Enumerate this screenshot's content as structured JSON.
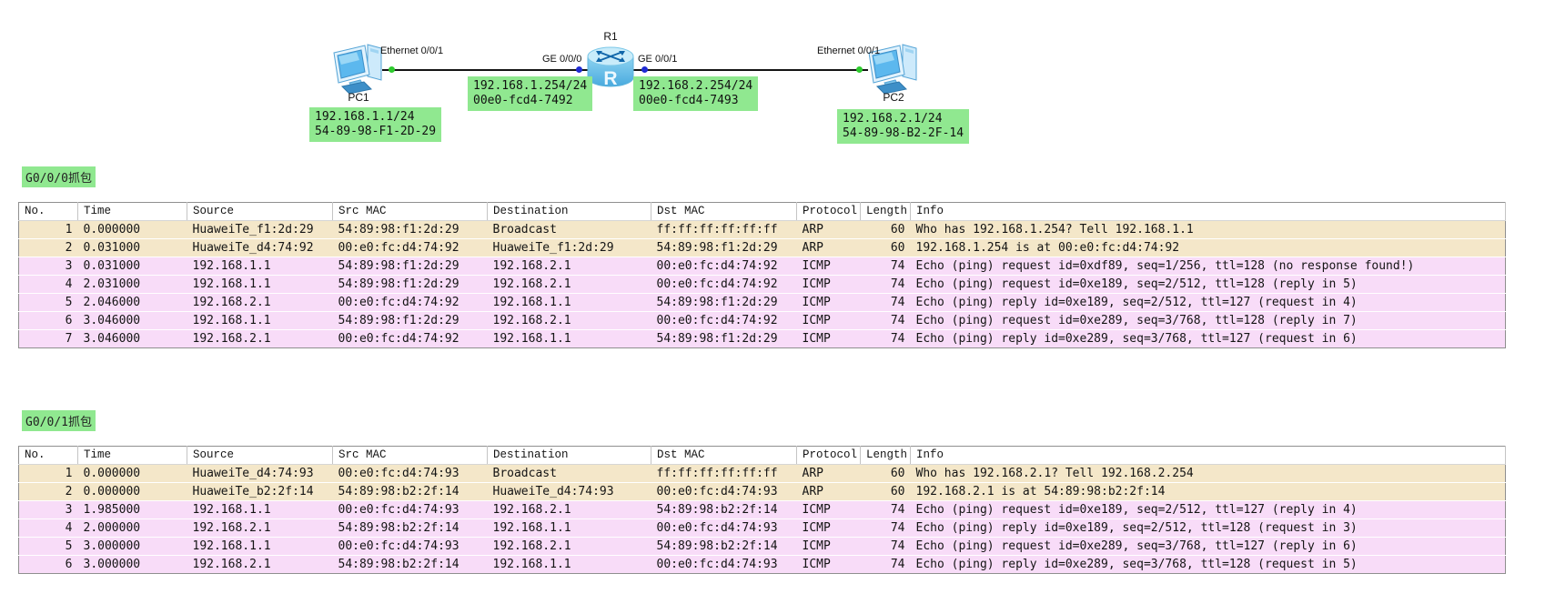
{
  "topology": {
    "pc1": {
      "label": "PC1",
      "port": "Ethernet 0/0/1",
      "note": [
        "192.168.1.1/24",
        "54-89-98-F1-2D-29"
      ]
    },
    "router": {
      "label": "R1",
      "left_port": "GE 0/0/0",
      "right_port": "GE 0/0/1",
      "left_note": [
        "192.168.1.254/24",
        "00e0-fcd4-7492"
      ],
      "right_note": [
        "192.168.2.254/24",
        "00e0-fcd4-7493"
      ]
    },
    "pc2": {
      "label": "PC2",
      "port": "Ethernet 0/0/1",
      "note": [
        "192.168.2.1/24",
        "54-89-98-B2-2F-14"
      ]
    },
    "link_status_colors": {
      "up_green": "#2ecb2e",
      "selected_blue": "#1f2bd4"
    }
  },
  "colors": {
    "note_green": "#90e890",
    "arp_row": "#f4e7c9",
    "icmp_row": "#f8dcf8"
  },
  "captures": [
    {
      "title": "G0/0/0抓包",
      "columns": [
        "No.",
        "Time",
        "Source",
        "Src MAC",
        "Destination",
        "Dst MAC",
        "Protocol",
        "Length",
        "Info"
      ],
      "rows": [
        [
          "1",
          "0.000000",
          "HuaweiTe_f1:2d:29",
          "54:89:98:f1:2d:29",
          "Broadcast",
          "ff:ff:ff:ff:ff:ff",
          "ARP",
          "60",
          "Who has 192.168.1.254? Tell 192.168.1.1"
        ],
        [
          "2",
          "0.031000",
          "HuaweiTe_d4:74:92",
          "00:e0:fc:d4:74:92",
          "HuaweiTe_f1:2d:29",
          "54:89:98:f1:2d:29",
          "ARP",
          "60",
          "192.168.1.254 is at 00:e0:fc:d4:74:92"
        ],
        [
          "3",
          "0.031000",
          "192.168.1.1",
          "54:89:98:f1:2d:29",
          "192.168.2.1",
          "00:e0:fc:d4:74:92",
          "ICMP",
          "74",
          "Echo (ping) request  id=0xdf89, seq=1/256, ttl=128 (no response found!)"
        ],
        [
          "4",
          "2.031000",
          "192.168.1.1",
          "54:89:98:f1:2d:29",
          "192.168.2.1",
          "00:e0:fc:d4:74:92",
          "ICMP",
          "74",
          "Echo (ping) request  id=0xe189, seq=2/512, ttl=128 (reply in 5)"
        ],
        [
          "5",
          "2.046000",
          "192.168.2.1",
          "00:e0:fc:d4:74:92",
          "192.168.1.1",
          "54:89:98:f1:2d:29",
          "ICMP",
          "74",
          "Echo (ping) reply    id=0xe189, seq=2/512, ttl=127 (request in 4)"
        ],
        [
          "6",
          "3.046000",
          "192.168.1.1",
          "54:89:98:f1:2d:29",
          "192.168.2.1",
          "00:e0:fc:d4:74:92",
          "ICMP",
          "74",
          "Echo (ping) request  id=0xe289, seq=3/768, ttl=128 (reply in 7)"
        ],
        [
          "7",
          "3.046000",
          "192.168.2.1",
          "00:e0:fc:d4:74:92",
          "192.168.1.1",
          "54:89:98:f1:2d:29",
          "ICMP",
          "74",
          "Echo (ping) reply    id=0xe289, seq=3/768, ttl=127 (request in 6)"
        ]
      ]
    },
    {
      "title": "G0/0/1抓包",
      "columns": [
        "No.",
        "Time",
        "Source",
        "Src MAC",
        "Destination",
        "Dst MAC",
        "Protocol",
        "Length",
        "Info"
      ],
      "rows": [
        [
          "1",
          "0.000000",
          "HuaweiTe_d4:74:93",
          "00:e0:fc:d4:74:93",
          "Broadcast",
          "ff:ff:ff:ff:ff:ff",
          "ARP",
          "60",
          "Who has 192.168.2.1? Tell 192.168.2.254"
        ],
        [
          "2",
          "0.000000",
          "HuaweiTe_b2:2f:14",
          "54:89:98:b2:2f:14",
          "HuaweiTe_d4:74:93",
          "00:e0:fc:d4:74:93",
          "ARP",
          "60",
          "192.168.2.1 is at 54:89:98:b2:2f:14"
        ],
        [
          "3",
          "1.985000",
          "192.168.1.1",
          "00:e0:fc:d4:74:93",
          "192.168.2.1",
          "54:89:98:b2:2f:14",
          "ICMP",
          "74",
          "Echo (ping) request  id=0xe189, seq=2/512, ttl=127 (reply in 4)"
        ],
        [
          "4",
          "2.000000",
          "192.168.2.1",
          "54:89:98:b2:2f:14",
          "192.168.1.1",
          "00:e0:fc:d4:74:93",
          "ICMP",
          "74",
          "Echo (ping) reply    id=0xe189, seq=2/512, ttl=128 (request in 3)"
        ],
        [
          "5",
          "3.000000",
          "192.168.1.1",
          "00:e0:fc:d4:74:93",
          "192.168.2.1",
          "54:89:98:b2:2f:14",
          "ICMP",
          "74",
          "Echo (ping) request  id=0xe289, seq=3/768, ttl=127 (reply in 6)"
        ],
        [
          "6",
          "3.000000",
          "192.168.2.1",
          "54:89:98:b2:2f:14",
          "192.168.1.1",
          "00:e0:fc:d4:74:93",
          "ICMP",
          "74",
          "Echo (ping) reply    id=0xe289, seq=3/768, ttl=128 (request in 5)"
        ]
      ]
    }
  ]
}
